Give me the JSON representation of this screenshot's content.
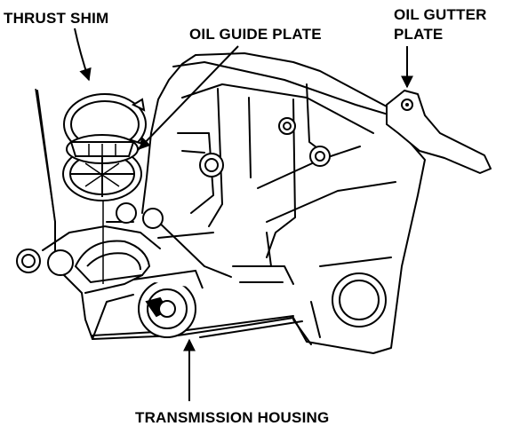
{
  "labels": {
    "thrust_shim": "THRUST SHIM",
    "oil_guide_plate": "OIL GUIDE PLATE",
    "oil_gutter_plate_line1": "OIL GUTTER",
    "oil_gutter_plate_line2": "PLATE",
    "transmission_housing": "TRANSMISSION HOUSING"
  },
  "colors": {
    "ink": "#000000",
    "paper": "#ffffff"
  }
}
